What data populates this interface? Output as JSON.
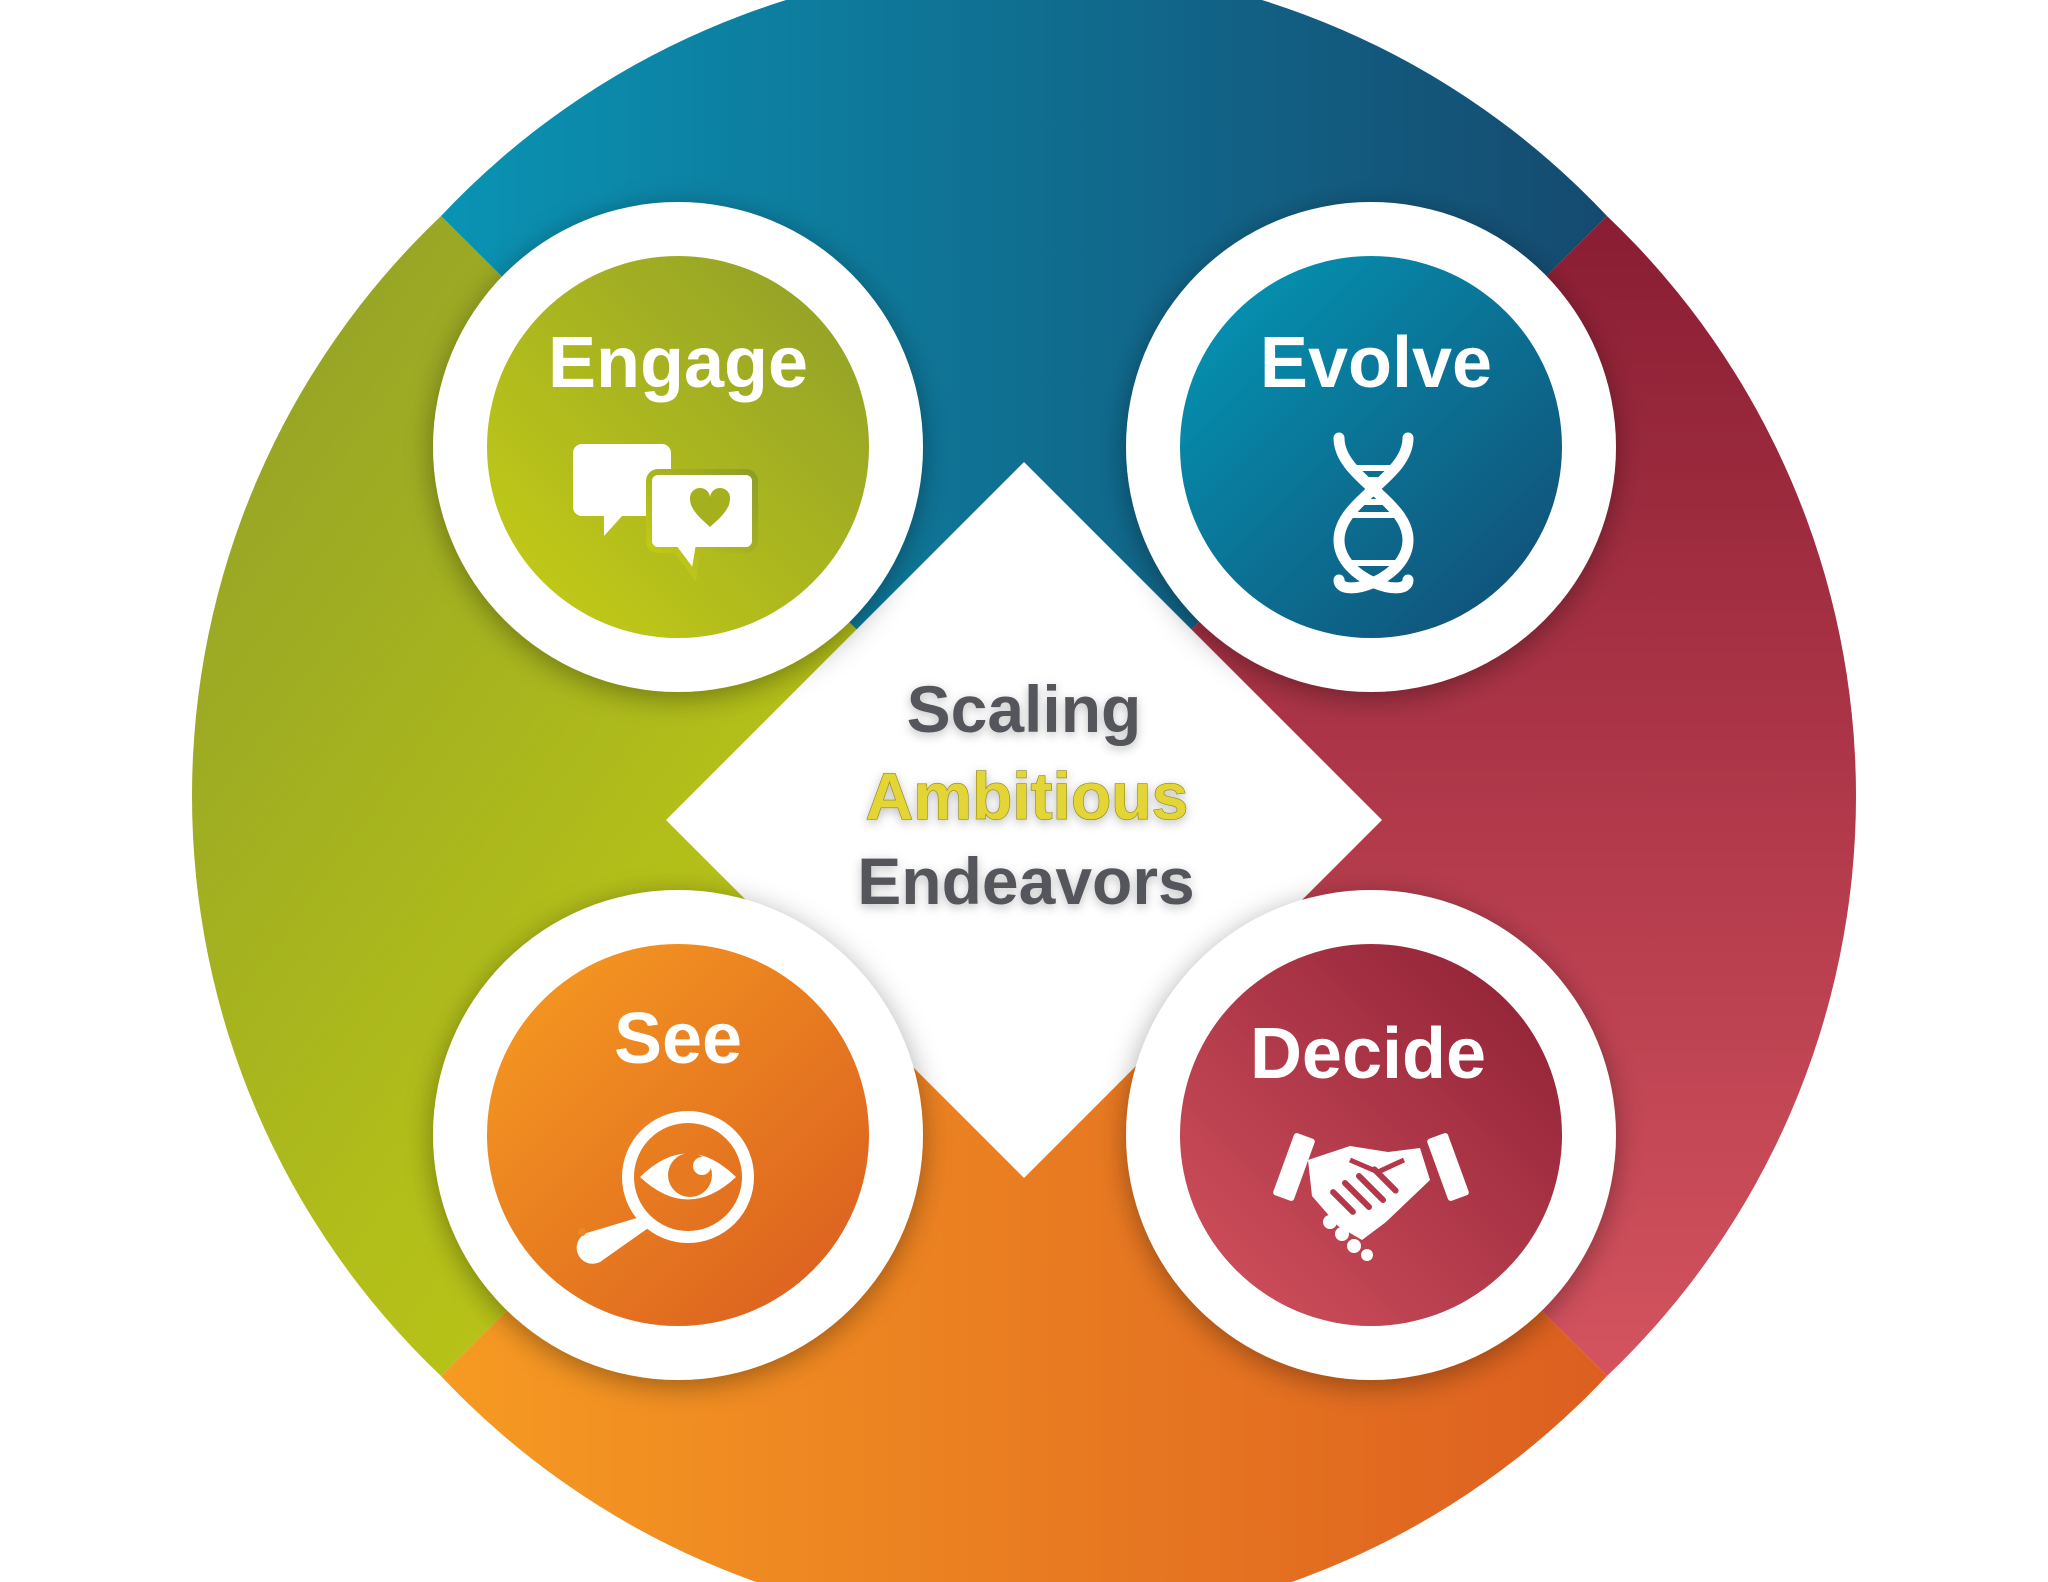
{
  "diagram": {
    "center": {
      "line1": "Scaling",
      "line2": "Ambitious",
      "line3": "Endeavors"
    },
    "nodes": [
      {
        "id": "engage",
        "label": "Engage",
        "icon": "chat-heart-icon",
        "color_light": "#c4ca17",
        "color_dark": "#94a021"
      },
      {
        "id": "evolve",
        "label": "Evolve",
        "icon": "dna-icon",
        "color_light": "#0096b5",
        "color_dark": "#104e74"
      },
      {
        "id": "see",
        "label": "See",
        "icon": "magnifier-eye-icon",
        "color_light": "#f59a20",
        "color_dark": "#dc6220"
      },
      {
        "id": "decide",
        "label": "Decide",
        "icon": "handshake-icon",
        "color_light": "#d04e5c",
        "color_dark": "#8e2235"
      }
    ],
    "colors": {
      "ring_green": "#a8b81d",
      "ring_blue": "#0b6f92",
      "ring_red": "#b83246",
      "ring_orange": "#ee8a22",
      "center_text": "#55575c",
      "center_highlight": "#e3d534"
    }
  }
}
